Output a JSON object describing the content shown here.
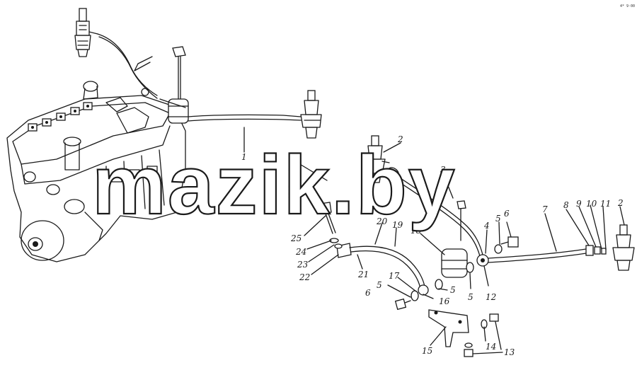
{
  "diagram": {
    "callouts": [
      "1",
      "2",
      "3",
      "2",
      "4",
      "5",
      "6",
      "7",
      "8",
      "9",
      "10",
      "11",
      "12",
      "5",
      "5",
      "6",
      "5",
      "17",
      "16",
      "18",
      "19",
      "20",
      "21",
      "22",
      "23",
      "24",
      "25",
      "15",
      "14",
      "13"
    ],
    "corner_code": "4* 9·00"
  },
  "watermark": {
    "text": "mazik.by"
  }
}
